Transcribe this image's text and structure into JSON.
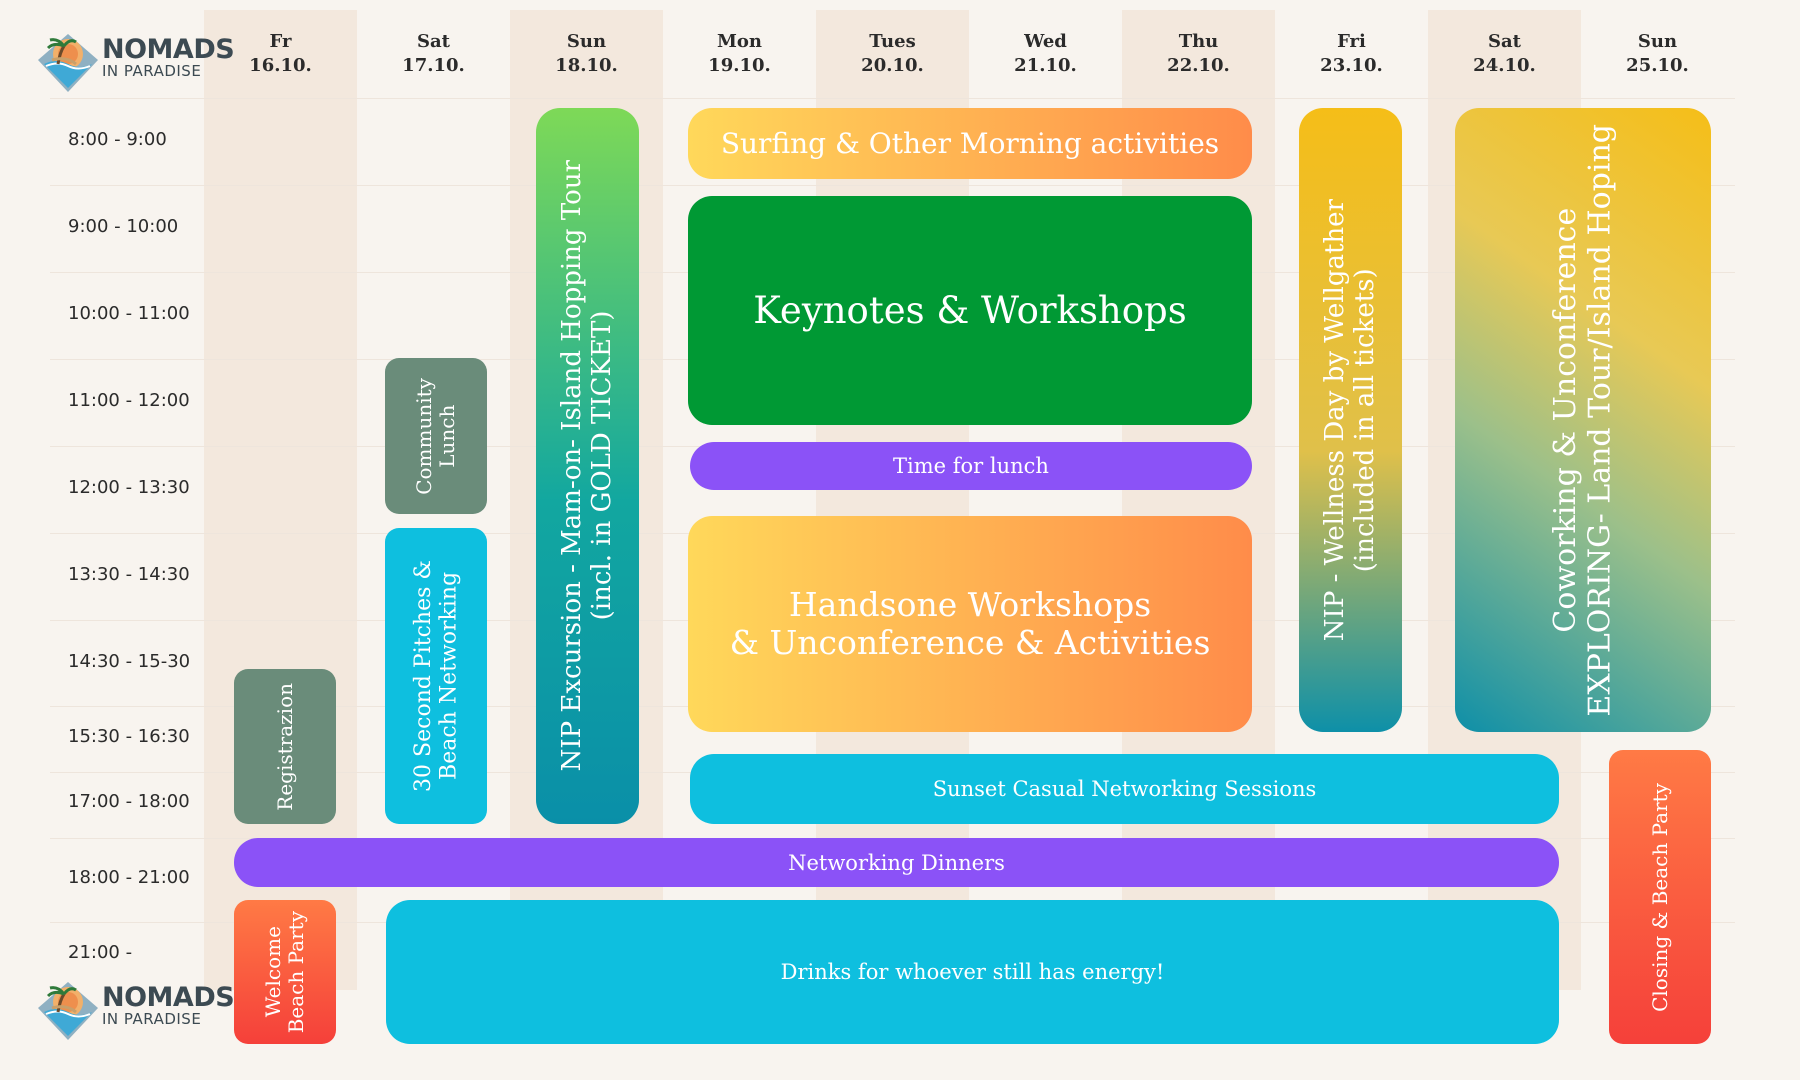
{
  "logo": {
    "line1": "NOMADS",
    "line2": "IN PARADISE",
    "icon": "palm-island-icon"
  },
  "days": [
    {
      "name": "Fr",
      "date": "16.10."
    },
    {
      "name": "Sat",
      "date": "17.10."
    },
    {
      "name": "Sun",
      "date": "18.10."
    },
    {
      "name": "Mon",
      "date": "19.10."
    },
    {
      "name": "Tues",
      "date": "20.10."
    },
    {
      "name": "Wed",
      "date": "21.10."
    },
    {
      "name": "Thu",
      "date": "22.10."
    },
    {
      "name": "Fri",
      "date": "23.10."
    },
    {
      "name": "Sat",
      "date": "24.10."
    },
    {
      "name": "Sun",
      "date": "25.10."
    }
  ],
  "times": [
    "8:00 - 9:00",
    "9:00 - 10:00",
    "10:00 - 11:00",
    "11:00 - 12:00",
    "12:00 - 13:30",
    "13:30 - 14:30",
    "14:30 - 15-30",
    "15:30 - 16:30",
    "17:00 - 18:00",
    "18:00 - 21:00",
    "21:00 -"
  ],
  "events": {
    "surfing": "Surfing & Other Morning activities",
    "keynotes": "Keynotes & Workshops",
    "lunch": "Time for lunch",
    "handsone_line1": "Handsone Workshops",
    "handsone_line2": "& Unconference & Activities",
    "sunset": "Sunset Casual Networking Sessions",
    "dinners": "Networking Dinners",
    "drinks": "Drinks for whoever still has energy!",
    "community_line1": "Community",
    "community_line2": "Lunch",
    "pitches_line1": "30 Second Pitches &",
    "pitches_line2": "Beach Networking",
    "excursion_line1": "NIP Excursion - Mam-on- Island Hopping Tour",
    "excursion_line2": "(incl. in GOLD TICKET)",
    "registration": "Registrazion",
    "welcome_line1": "Welcome",
    "welcome_line2": "Beach Party",
    "wellness_line1": "NIP - Wellness Day by Wellgather",
    "wellness_line2": "(included in all tickets)",
    "coworking_line1": "Coworking & Unconference",
    "coworking_line2": "EXPLORING- Land Tour/Island Hoping",
    "closing": "Closing & Beach Party"
  },
  "colors": {
    "purple": "#8b52f7",
    "cyan": "#0ebfdf",
    "green": "#009934",
    "sage": "#6a8c7a",
    "orange": "#ff8c4a",
    "yellow": "#ffd85a",
    "red": "#f5403a"
  }
}
